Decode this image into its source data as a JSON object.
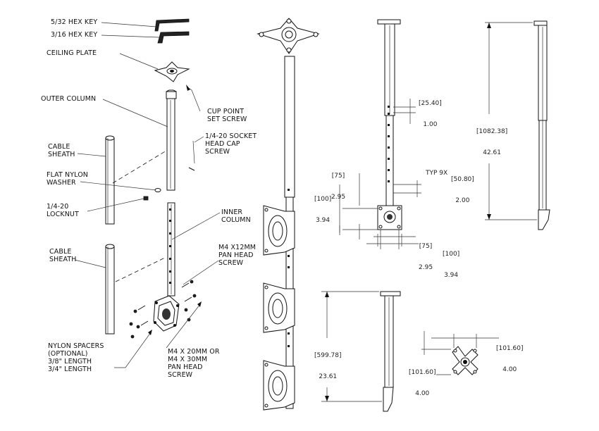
{
  "labels": {
    "hex_5_32": "5/32 HEX KEY",
    "hex_3_16": "3/16 HEX KEY",
    "ceiling_plate": "CEILING PLATE",
    "outer_column": "OUTER COLUMN",
    "cup_point": "CUP POINT\nSET SCREW",
    "socket_head": "1/4-20 SOCKET\nHEAD CAP\nSCREW",
    "cable_sheath_1": "CABLE\nSHEATH",
    "flat_nylon": "FLAT NYLON\nWASHER",
    "locknut": "1/4-20\nLOCKNUT",
    "inner_column": "INNER\nCOLUMN",
    "cable_sheath_2": "CABLE\nSHEATH",
    "m4_12": "M4 X12MM\nPAN HEAD\nSCREW",
    "nylon_spacers": "NYLON SPACERS\n(OPTIONAL)\n3/8\" LENGTH\n3/4\" LENGTH",
    "m4_20_30": "M4 X 20MM OR\nM4 X 30MM\nPAN HEAD\nSCREW"
  },
  "dimensions": {
    "d_25_40": {
      "mm": "25.40",
      "in": "1.00"
    },
    "d_75_a": {
      "mm": "75",
      "in": "2.95"
    },
    "d_typ9x": "TYP 9X",
    "d_50_80": {
      "mm": "50.80",
      "in": "2.00"
    },
    "d_100_a": {
      "mm": "100",
      "in": "3.94"
    },
    "d_75_b": {
      "mm": "75",
      "in": "2.95"
    },
    "d_100_b": {
      "mm": "100",
      "in": "3.94"
    },
    "d_1082": {
      "mm": "1082.38",
      "in": "42.61"
    },
    "d_599": {
      "mm": "599.78",
      "in": "23.61"
    },
    "d_101_h": {
      "mm": "101.60",
      "in": "4.00"
    },
    "d_101_v": {
      "mm": "101.60",
      "in": "4.00"
    }
  }
}
